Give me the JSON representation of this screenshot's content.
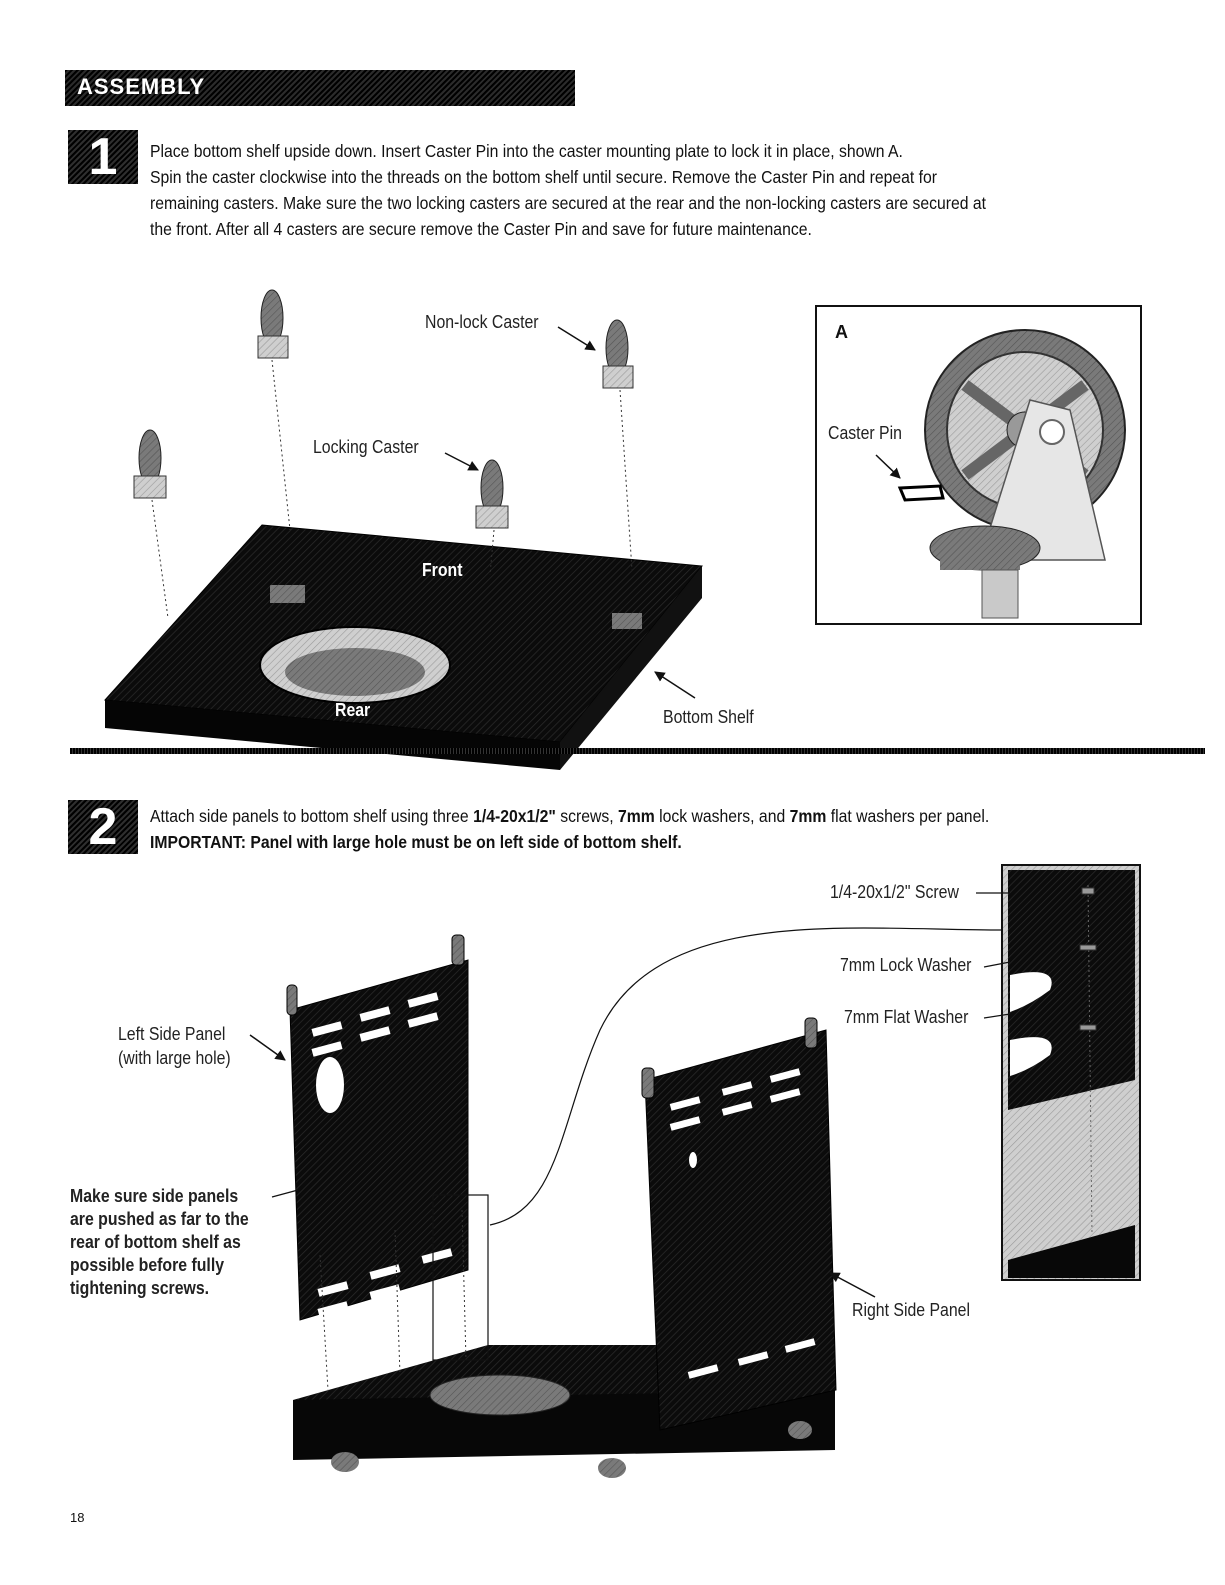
{
  "header": {
    "title": "ASSEMBLY"
  },
  "step1": {
    "number": "1",
    "lines": [
      "Place bottom shelf upside down. Insert Caster Pin into the caster mounting plate to lock it in place, shown A.",
      "Spin the caster clockwise into the threads on the bottom shelf until secure. Remove the Caster Pin and repeat for",
      "remaining casters. Make sure the two locking casters are secured at the rear and the non-locking casters are secured at",
      "the front.  After all 4 casters are secure remove the Caster Pin and save for future maintenance."
    ],
    "labels": {
      "non_lock_caster": "Non-lock Caster",
      "locking_caster": "Locking Caster",
      "front": "Front",
      "rear": "Rear",
      "bottom_shelf": "Bottom Shelf"
    },
    "inset": {
      "letter": "A",
      "caster_pin": "Caster Pin"
    }
  },
  "step2": {
    "number": "2",
    "line1": {
      "t1": "Attach side panels to bottom shelf using three ",
      "b1": "1/4-20x1/2\"",
      "t2": " screws, ",
      "b2": "7mm",
      "t3": " lock washers, and ",
      "b3": "7mm",
      "t4": " flat washers per panel."
    },
    "line2": "IMPORTANT: Panel with large hole must be on left side of bottom shelf.",
    "labels": {
      "screw": "1/4-20x1/2\" Screw",
      "lock_washer": "7mm Lock Washer",
      "flat_washer": "7mm Flat Washer",
      "left_panel_1": "Left Side Panel",
      "left_panel_2": "(with large hole)",
      "right_panel": "Right Side Panel",
      "note": [
        "Make sure side panels",
        "are pushed as far to the",
        "rear of bottom shelf as",
        "possible before fully",
        "tightening screws."
      ]
    }
  },
  "page_number": "18"
}
